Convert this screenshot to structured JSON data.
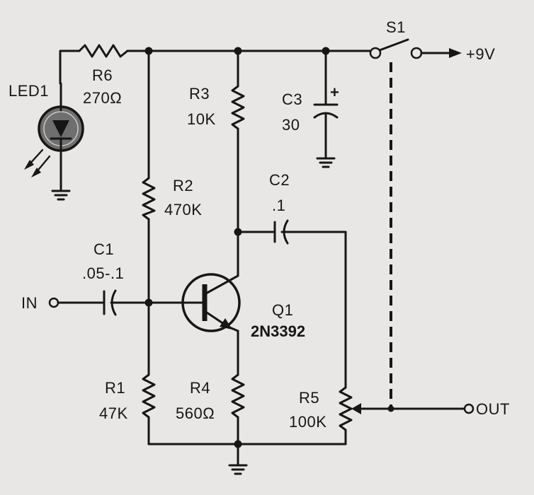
{
  "components": {
    "led1": {
      "name": "LED1"
    },
    "r6": {
      "name": "R6",
      "value": "270Ω"
    },
    "r3": {
      "name": "R3",
      "value": "10K"
    },
    "c3": {
      "name": "C3",
      "value": "30",
      "polarity": "+"
    },
    "s1": {
      "name": "S1"
    },
    "supply": {
      "label": "+9V"
    },
    "r2": {
      "name": "R2",
      "value": "470K"
    },
    "c2": {
      "name": "C2",
      "value": ".1"
    },
    "c1": {
      "name": "C1",
      "value": ".05-.1"
    },
    "q1": {
      "name": "Q1",
      "part": "2N3392"
    },
    "r1": {
      "name": "R1",
      "value": "47K"
    },
    "r4": {
      "name": "R4",
      "value": "560Ω"
    },
    "r5": {
      "name": "R5",
      "value": "100K"
    }
  },
  "ports": {
    "input": "IN",
    "output": "OUT"
  }
}
